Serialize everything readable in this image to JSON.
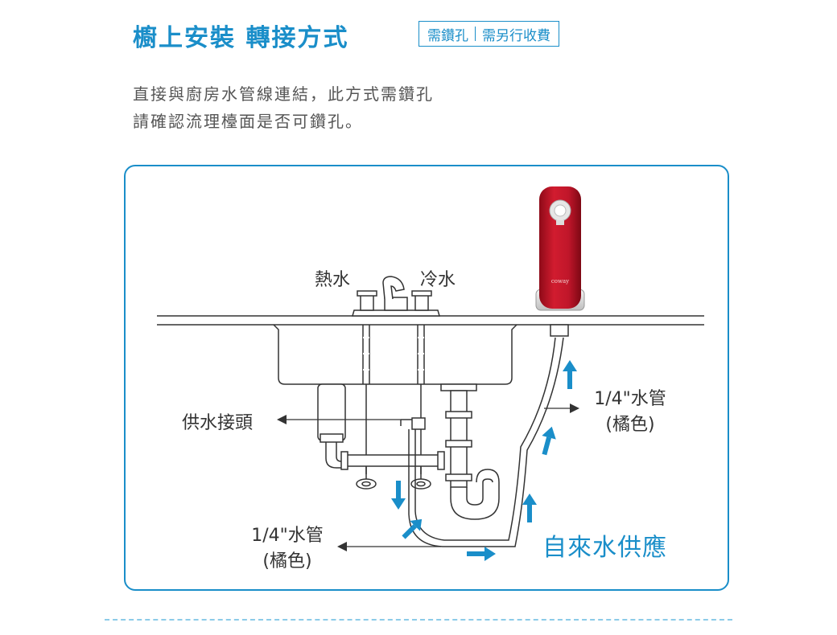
{
  "header": {
    "title": "櫥上安裝 轉接方式",
    "badge_left": "需鑽孔",
    "badge_right": "需另行收費"
  },
  "intro": {
    "line1": "直接與廚房水管線連結，此方式需鑽孔",
    "line2": "請確認流理檯面是否可鑽孔。"
  },
  "diagram": {
    "hot_label": "熱水",
    "cold_label": "冷水",
    "feed_label": "供水接頭",
    "tube_right_line1": "1/4\"水管",
    "tube_right_line2": "(橘色)",
    "tube_left_line1": "1/4\"水管",
    "tube_left_line2": "(橘色)",
    "supply_label": "自來水供應",
    "brand": "coway"
  },
  "colors": {
    "accent": "#1a8ec9",
    "purifier_red": "#c0162a",
    "flow_arrow": "#1a8ec9",
    "line": "#333333"
  }
}
